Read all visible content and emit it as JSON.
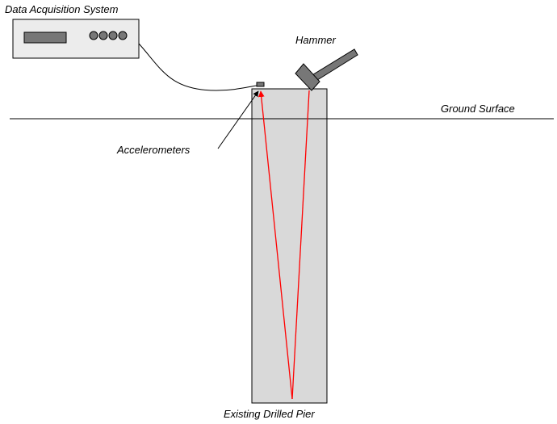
{
  "labels": {
    "data_acquisition_system": "Data Acquisition System",
    "hammer": "Hammer",
    "ground_surface": "Ground Surface",
    "accelerometers": "Accelerometers",
    "existing_drilled_pier": "Existing Drilled Pier"
  },
  "colors": {
    "line": "#000000",
    "pier_fill": "#d9d9d9",
    "device_fill": "#ececec",
    "hammer_fill": "#777777",
    "wave_path": "#ff0000"
  }
}
